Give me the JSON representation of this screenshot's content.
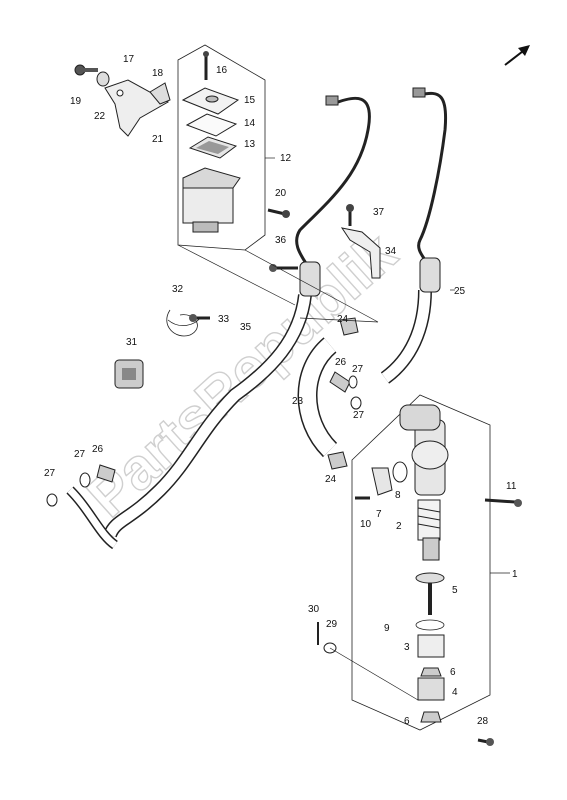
{
  "watermark": "PartsRepublik",
  "direction_arrow": "arrow-front-icon",
  "callouts": [
    "1",
    "2",
    "5",
    "9",
    "3",
    "6",
    "4",
    "6",
    "28",
    "30",
    "29",
    "11",
    "10",
    "7",
    "8",
    "27",
    "26",
    "27",
    "24",
    "25",
    "23",
    "35",
    "36",
    "34",
    "37",
    "33",
    "32",
    "31",
    "27",
    "27",
    "26",
    "20",
    "12",
    "13",
    "14",
    "15",
    "16",
    "17",
    "18",
    "19",
    "22",
    "21",
    "24"
  ]
}
